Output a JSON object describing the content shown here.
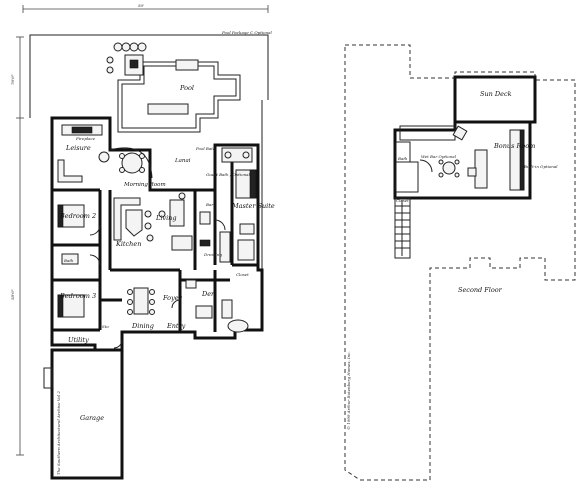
{
  "first_floor": {
    "dimensions": {
      "top": "50'",
      "side": "76'6\"",
      "front": "58'6\""
    },
    "rooms": {
      "pool": "Pool",
      "leisure": "Leisure",
      "morning_room": "Morning Room",
      "lanai": "Lanai",
      "bedroom_2": "Bedroom 2",
      "bedroom_3": "Bedroom 3",
      "kitchen": "Kitchen",
      "living": "Living",
      "master_suite": "Master Suite",
      "den": "Den",
      "foyer": "Foyer",
      "dining": "Dining",
      "entry": "Entry",
      "utility": "Utility",
      "garage": "Garage",
      "fireplace": "Fireplace",
      "pool_bath": "Pool Bath",
      "bar": "Bar",
      "sto": "Sto",
      "bath": "Bath"
    },
    "notes": {
      "pool_note": "Pool Package C Optional",
      "wet_bar": "Opt. Wet Bar",
      "guest_bath": "Guest Bath / Optional",
      "dressing": "Dressing",
      "closet": "Closet",
      "copyright": "The Southern Architectural Archive Vol 2"
    }
  },
  "second_floor": {
    "title": "Second Floor",
    "rooms": {
      "sun_deck": "Sun Deck",
      "bonus_room": "Bonus Room",
      "bath": "Bath"
    },
    "notes": {
      "wet_bar": "Wet Bar Optional",
      "built_in": "Built-in Optional",
      "closet": "Closet",
      "copyright": "© 1999 Arthur Rutenberg Homes, Inc."
    }
  }
}
